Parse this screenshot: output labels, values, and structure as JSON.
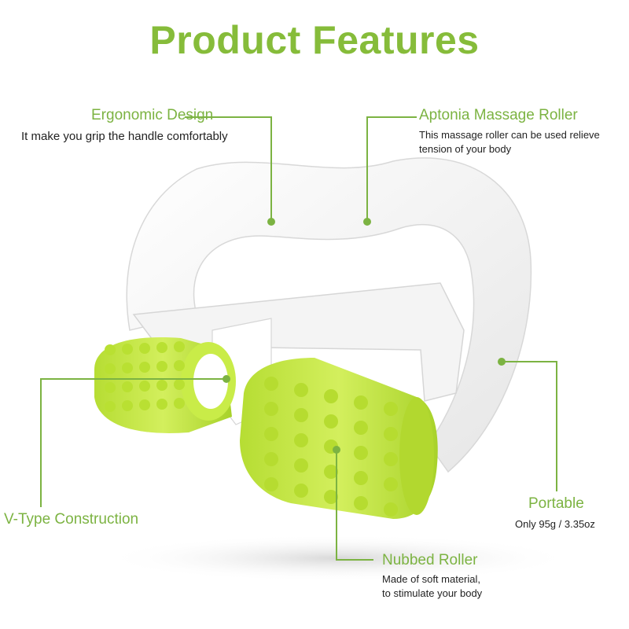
{
  "page": {
    "title": "Product Features"
  },
  "features": {
    "ergonomic": {
      "title": "Ergonomic Design",
      "desc": "It make you grip the handle comfortably"
    },
    "roller": {
      "title": "Aptonia Massage Roller",
      "desc_line1": "This massage roller can be used relieve",
      "desc_line2": "tension of your body"
    },
    "portable": {
      "title": "Portable",
      "desc": "Only 95g / 3.35oz"
    },
    "vtype": {
      "title": "V-Type Construction"
    },
    "nubbed": {
      "title": "Nubbed Roller",
      "desc_line1": "Made of soft material,",
      "desc_line2": "to stimulate your body"
    }
  },
  "colors": {
    "accent": "#7cb342",
    "roller": "#c6ea4a",
    "handle": "#ffffff"
  }
}
